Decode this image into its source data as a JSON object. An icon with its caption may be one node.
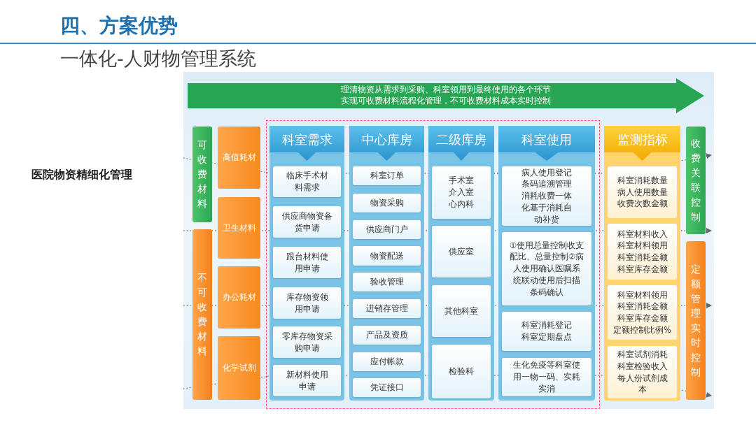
{
  "diagram": {
    "title": "四、方案优势",
    "nodes": [
      {
        "text": [
          "理清物资从需求到采购、科室领用到最终使用的各个环节实现可收费材料流程化管理，不可收费材料成本实时控制"
        ]
      },
      {
        "text": [
          "可收费材料"
        ]
      },
      {
        "text": [
          "不可收费材料"
        ]
      },
      {
        "text": [
          "高值耗材"
        ]
      },
      {
        "text": [
          "卫生材料"
        ]
      },
      {
        "text": [
          "办公耗材"
        ]
      },
      {
        "text": [
          "化学试剂"
        ]
      },
      {
        "text": [],
        "shape": "box"
      },
      {
        "text": [
          "科室需求"
        ],
        "in": 7
      },
      {
        "text": [
          "临床手术材料需求"
        ],
        "in": 7
      },
      {
        "text": [
          "供应商物资备货申请"
        ],
        "in": 7
      },
      {
        "text": [
          "跟台材料使用申请"
        ],
        "in": 7
      },
      {
        "text": [
          "库存物资领用申请"
        ],
        "in": 7
      },
      {
        "text": [
          "零库存物资采购申请"
        ],
        "in": 7
      },
      {
        "text": [
          "新材料使用申请"
        ],
        "in": 7
      },
      {
        "text": [],
        "shape": "box"
      },
      {
        "text": [
          "中心库房"
        ],
        "in": 15
      },
      {
        "text": [
          "科室订单"
        ],
        "in": 15
      },
      {
        "text": [
          "物资采购"
        ],
        "in": 15
      },
      {
        "text": [
          "供应商门户"
        ],
        "in": 15
      },
      {
        "text": [
          "物资配送"
        ],
        "in": 15
      },
      {
        "text": [
          "验收管理"
        ],
        "in": 15
      },
      {
        "text": [
          "进销存管理"
        ],
        "in": 15
      },
      {
        "text": [
          "产品及资质"
        ],
        "in": 15
      },
      {
        "text": [
          "应付帐款"
        ],
        "in": 15
      },
      {
        "text": [
          "凭证接口"
        ],
        "in": 15
      },
      {
        "text": [],
        "shape": "box"
      },
      {
        "text": [
          "二级库房"
        ],
        "in": 26
      },
      {
        "text": [
          "手术室介入室心内科"
        ],
        "in": 26
      },
      {
        "text": [
          "供应室"
        ],
        "in": 26
      },
      {
        "text": [
          "其他科室"
        ],
        "in": 26
      },
      {
        "text": [
          "检验科"
        ],
        "in": 26
      },
      {
        "text": [],
        "shape": "box"
      },
      {
        "text": [
          "科室使用"
        ],
        "in": 32
      },
      {
        "text": [
          "病人使用登记条码追溯管理消耗收费一体化基于消耗自动补货"
        ],
        "in": 32
      },
      {
        "text": [
          "①使用总量控制收支配比、总量控制②病人使用确认医嘱系统联动使用后扫描条码确认"
        ],
        "in": 32
      },
      {
        "text": [
          "科室消耗登记科室定期盘点"
        ],
        "in": 32
      },
      {
        "text": [
          "生化免疫等科室使用一物一码、实耗实消"
        ],
        "in": 32
      },
      {
        "text": [],
        "shape": "box"
      },
      {
        "text": [
          "监测指标"
        ],
        "in": 38
      },
      {
        "text": [
          "科室消耗数量病人使用数量收费次数金额"
        ],
        "in": 38
      },
      {
        "text": [
          "科室材料收入科室材料领用科室消耗金额科室库存金额"
        ],
        "in": 38
      },
      {
        "text": [
          "科室材料领用科室消耗金额科室库存金额定额控制比例%"
        ],
        "in": 38
      },
      {
        "text": [
          "科室试剂消耗科室检验收入每人份试剂成本"
        ],
        "in": 38
      },
      {
        "text": [
          "收费关联控制"
        ]
      },
      {
        "text": [
          "定额管理实时控制"
        ]
      }
    ],
    "labels": [
      "一体化-人财物管理系统",
      "医院物资精细化管理"
    ]
  }
}
